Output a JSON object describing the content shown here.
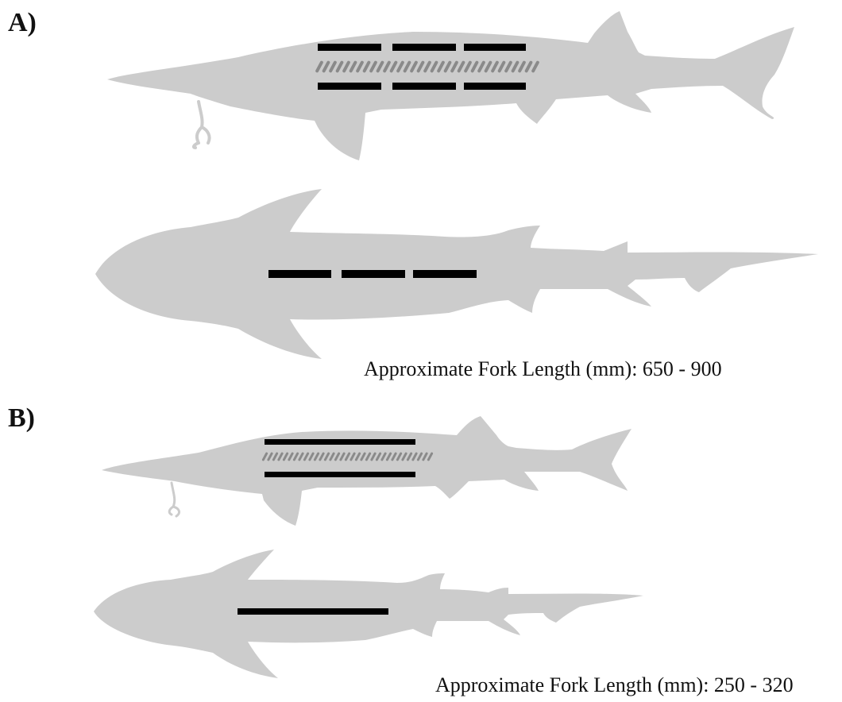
{
  "panels": [
    {
      "label": "A)",
      "caption": "Approximate Fork Length (mm): 650 - 900"
    },
    {
      "label": "B)",
      "caption": "Approximate Fork Length (mm): 250 - 320"
    }
  ],
  "colors": {
    "silhouette": "#cccccc",
    "gill_marks": "#8a8a8a",
    "bars": "#000000",
    "text": "#111111"
  }
}
